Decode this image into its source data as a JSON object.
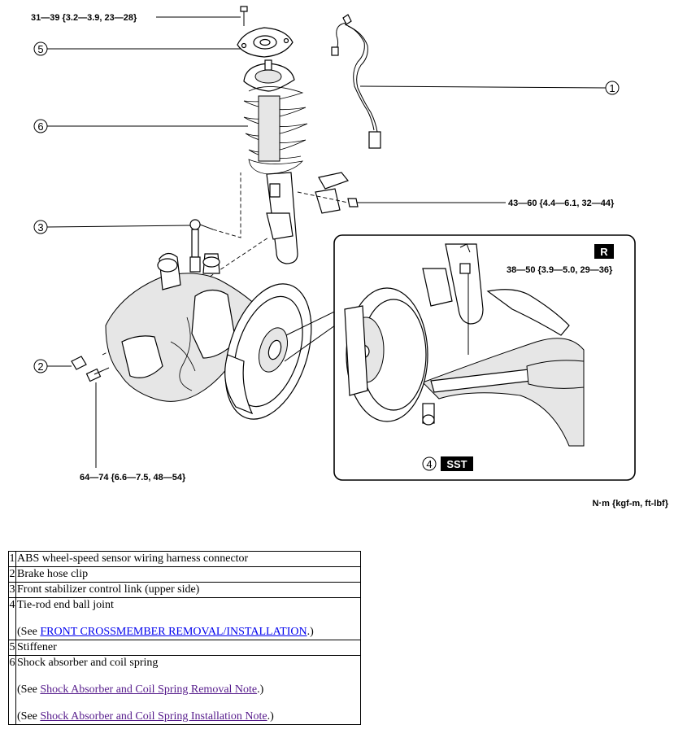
{
  "torques": {
    "top_bolt": "31—39 {3.2—3.9, 23—28}",
    "stab_nut": "43—60 {4.4—6.1, 32—44}",
    "inset_nut": "38—50 {3.9—5.0, 29—36}",
    "bottom_bolt": "64—74 {6.6—7.5, 48—54}",
    "units": "N·m {kgf-m, ft-lbf}"
  },
  "callouts": [
    "1",
    "2",
    "3",
    "4",
    "5",
    "6"
  ],
  "badges": {
    "r": "R",
    "sst": "SST"
  },
  "legend": {
    "rows": [
      {
        "num": "1",
        "text": "ABS wheel-speed sensor wiring harness connector"
      },
      {
        "num": "2",
        "text": "Brake hose clip"
      },
      {
        "num": "3",
        "text": "Front stabilizer control link (upper side)"
      },
      {
        "num": "4",
        "text": "Tie-rod end ball joint",
        "see_prefix": "(See ",
        "link": "FRONT CROSSMEMBER REMOVAL/INSTALLATION",
        "see_suffix": ".)"
      },
      {
        "num": "5",
        "text": "Stiffener"
      },
      {
        "num": "6",
        "text": "Shock absorber and coil spring",
        "see1_prefix": "(See ",
        "link1": "Shock Absorber and Coil Spring Removal Note",
        "see1_suffix": ".)",
        "see2_prefix": "(See ",
        "link2": "Shock Absorber and Coil Spring Installation Note",
        "see2_suffix": ".)"
      }
    ]
  }
}
